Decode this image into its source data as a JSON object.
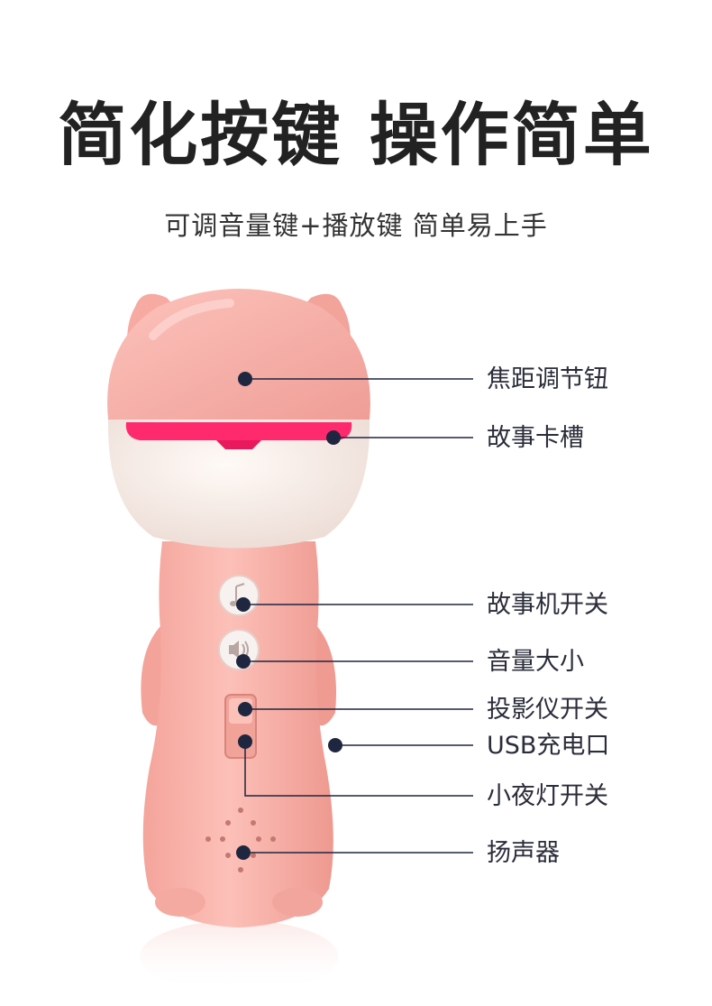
{
  "headline": "简化按键 操作简单",
  "subheadline": "可调音量键+播放键 简单易上手",
  "colors": {
    "accent_pink": "#ff2a6e",
    "body_pink": "#f6ada5",
    "marker": "#1f2640",
    "text": "#222222"
  },
  "callouts": [
    {
      "label": "焦距调节钮"
    },
    {
      "label": "故事卡槽"
    },
    {
      "label": "故事机开关"
    },
    {
      "label": "音量大小"
    },
    {
      "label": "投影仪开关"
    },
    {
      "label": "USB充电口"
    },
    {
      "label": "小夜灯开关"
    },
    {
      "label": "扬声器"
    }
  ],
  "icons": {
    "music_button": "music-note-icon",
    "volume_button": "speaker-volume-icon"
  }
}
